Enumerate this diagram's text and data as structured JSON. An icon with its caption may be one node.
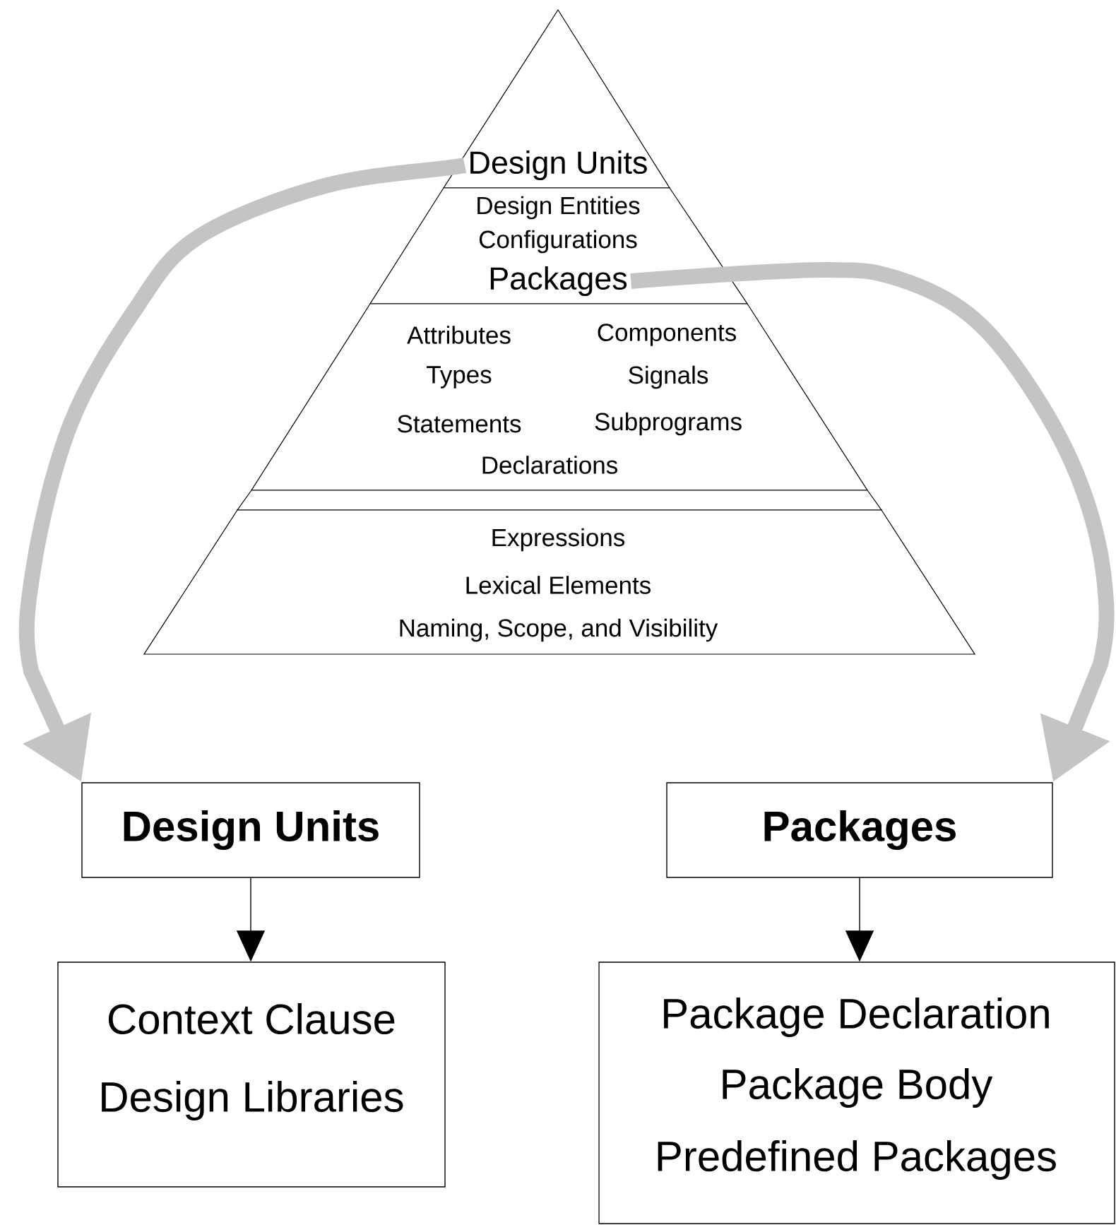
{
  "diagram": {
    "nodes": [
      {
        "text": [
          "Design Units"
        ]
      },
      {
        "text": [
          "Design Entities",
          "Configurations",
          "Packages"
        ]
      },
      {
        "text": [
          "Attributes",
          "Components",
          "Types",
          "Signals",
          "Statements",
          "Subprograms",
          "Declarations"
        ]
      },
      {
        "text": [],
        "shape": "band"
      },
      {
        "text": [
          "Expressions",
          "Lexical Elements",
          "Naming, Scope, and Visibility"
        ]
      },
      {
        "text": [
          "Design Units"
        ]
      },
      {
        "text": [
          "Packages"
        ]
      },
      {
        "text": [
          "Context Clause",
          "Design Libraries"
        ]
      },
      {
        "text": [
          "Package Declaration",
          "Package Body",
          "Predefined Packages"
        ]
      }
    ],
    "edges": [
      {
        "from": 0,
        "to": 5,
        "arrow": "to",
        "style": "thick",
        "color": "#c4c4c4"
      },
      {
        "from": 1,
        "to": 6,
        "arrow": "to",
        "style": "thick",
        "color": "#c4c4c4"
      },
      {
        "from": 5,
        "to": 7,
        "arrow": "to",
        "color": "#000000"
      },
      {
        "from": 6,
        "to": 8,
        "arrow": "to",
        "color": "#000000"
      }
    ]
  }
}
